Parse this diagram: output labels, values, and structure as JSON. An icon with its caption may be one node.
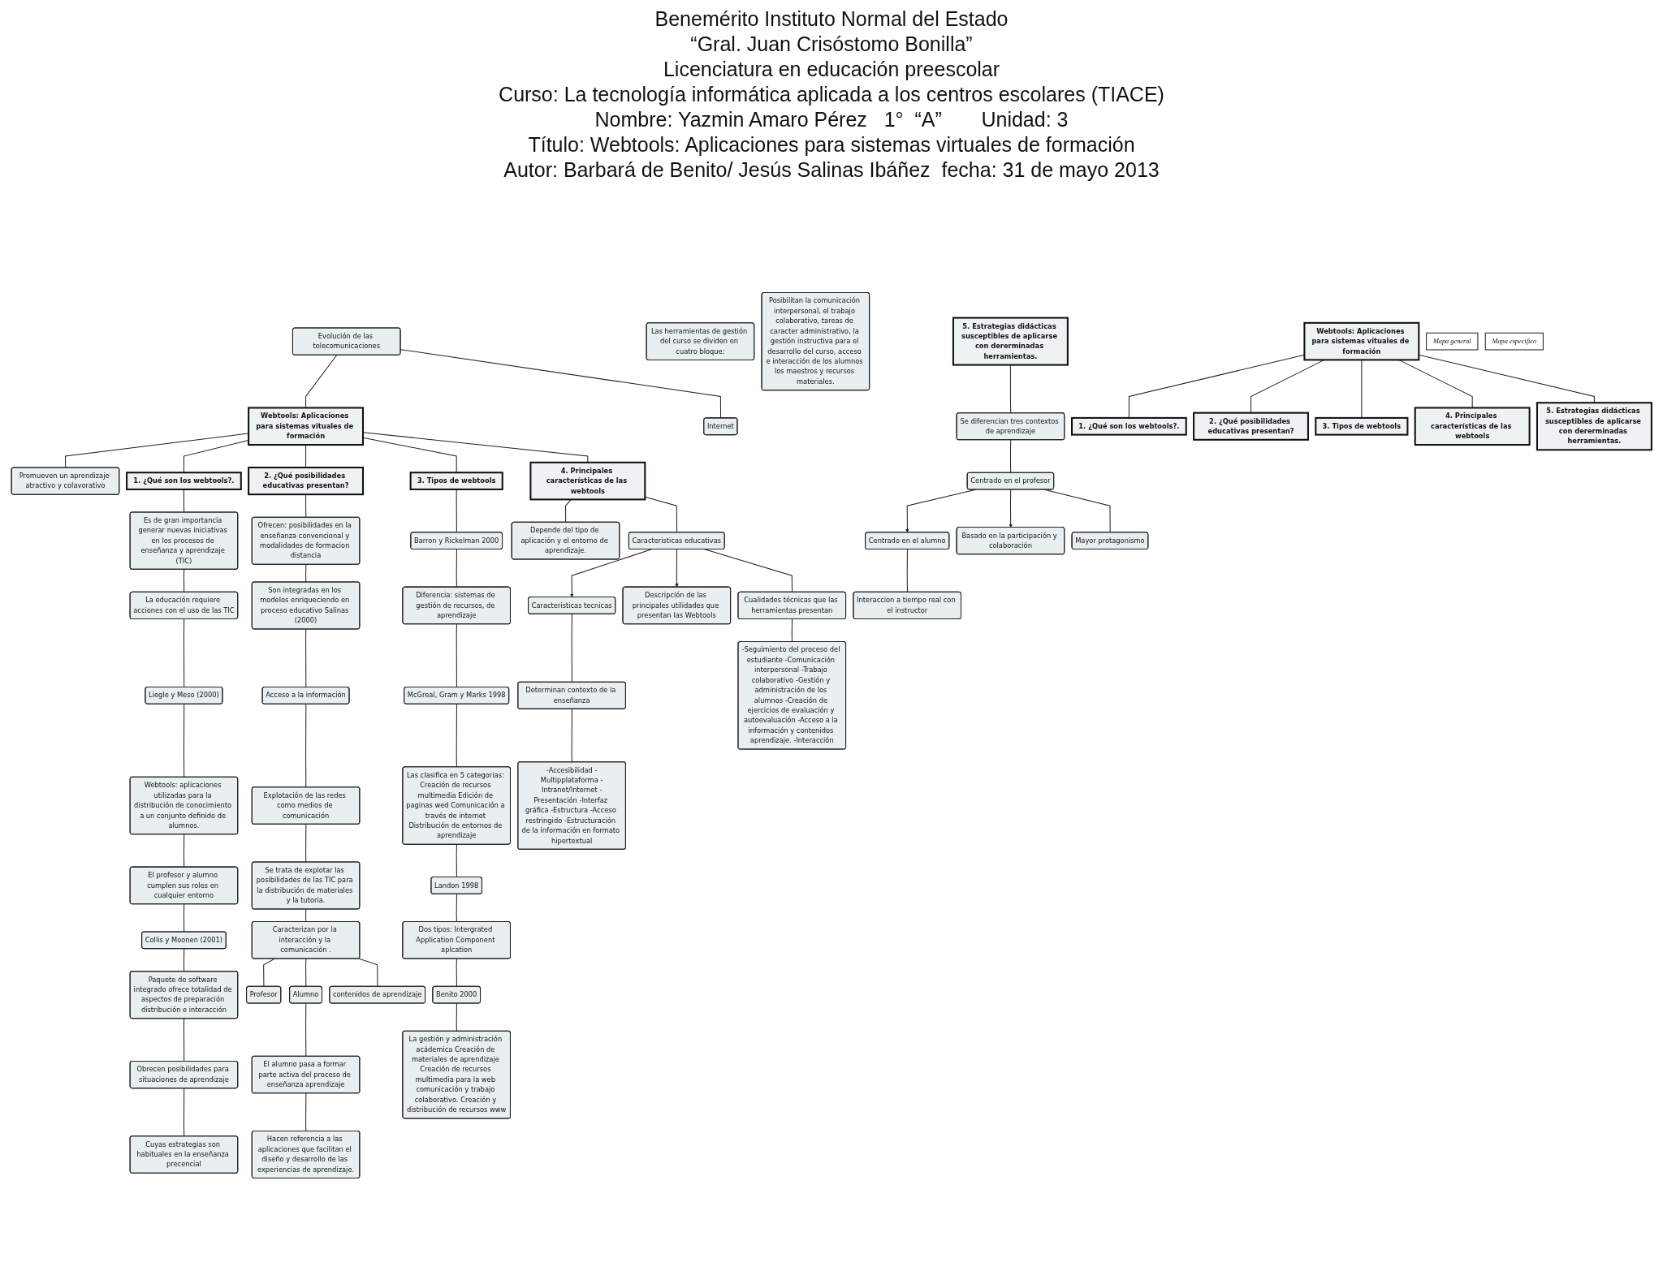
{
  "diagram": {
    "nodes": [
      {
        "text": [
          "Webtools: Aplicaciones para sistemas vituales de formación"
        ]
      },
      {
        "text": [
          "Mapa general"
        ]
      },
      {
        "text": [
          "1. ¿Qué son los webtools?."
        ]
      },
      {
        "text": [
          "2. ¿Qué posibilidades educativas presentan?"
        ]
      },
      {
        "text": [
          "3. Tipos de webtools"
        ]
      },
      {
        "text": [
          "4. Principales características de las webtools"
        ]
      },
      {
        "text": [
          "5. Estrategias didácticas susceptibles de aplicarse con dererminadas herramientas."
        ]
      },
      {
        "text": [
          "Mapa especifico"
        ]
      },
      {
        "text": [
          "Evolución de las telecomunicaciones"
        ]
      },
      {
        "text": [
          "Webtools: Aplicaciones para sistemas vituales de formación"
        ]
      },
      {
        "text": [
          "Promueven un aprendizaje atractivo y colavorativo"
        ]
      },
      {
        "text": [
          "Internet"
        ]
      },
      {
        "text": [
          "1. ¿Qué son los webtools?."
        ]
      },
      {
        "text": [
          "2. ¿Qué posibilidades educativas presentan?"
        ]
      },
      {
        "text": [
          "3. Tipos de webtools"
        ]
      },
      {
        "text": [
          "4. Principales características de las webtools"
        ]
      },
      {
        "text": [
          "Depende del tipo de aplicación y el entorno de aprendizaje."
        ]
      },
      {
        "text": [
          "Es de gran importancia generar nuevas iniciativas en los procesos de enseñanza y aprendizaje (TIC)"
        ]
      },
      {
        "text": [
          "La educación requiere acciones con el uso de las TIC"
        ]
      },
      {
        "text": [
          "Liegle y Meso (2000)"
        ]
      },
      {
        "text": [
          "Webtools: aplicaciones utilizadas para la distribución de conocimiento a un conjunto definido de alumnos."
        ]
      },
      {
        "text": [
          "El profesor y alumno cumplen sus roles en cualquier entorno"
        ]
      },
      {
        "text": [
          "Collis y Moonen (2001)"
        ]
      },
      {
        "text": [
          "Paquete de software integrado ofrece totalidad de aspectos de preparación distribución e interacción"
        ]
      },
      {
        "text": [
          "Obrecen posibilidades para situaciones de aprendizaje"
        ]
      },
      {
        "text": [
          "Cuyas estrategias son habituales en la enseñanza precencial"
        ]
      },
      {
        "text": [
          "Ofrecen: posibilidades en la enseñanza convencional y modalidades de formacion distancia"
        ]
      },
      {
        "text": [
          "Son integradas en los modelos enriqueciendo en proceso educativo Salinas (2000)"
        ]
      },
      {
        "text": [
          "Acceso a la información"
        ]
      },
      {
        "text": [
          "Explotación de las redes como medios de comunicación"
        ]
      },
      {
        "text": [
          "Se trata de explotar las posibilidades de las TIC para la distribución de materiales y la tutoria."
        ]
      },
      {
        "text": [
          "Caracterizan por la interacción y la comunicación ."
        ]
      },
      {
        "text": [
          "Profesor"
        ]
      },
      {
        "text": [
          "Alumno"
        ]
      },
      {
        "text": [
          "contenidos de aprendizaje"
        ]
      },
      {
        "text": [
          "El alumno pasa a formar parte activa del proceso de enseñanza aprendizaje"
        ]
      },
      {
        "text": [
          "Hacen referencia a las aplicaciones que facilitan el diseño y desarrollo de las experiencias de aprendizaje."
        ]
      },
      {
        "text": [
          "Barron y Rickelman 2000"
        ]
      },
      {
        "text": [
          "Diferencia: sistemas de gestión de recursos, de aprendizaje"
        ]
      },
      {
        "text": [
          "McGreal, Gram y Marks 1998"
        ]
      },
      {
        "text": [
          "Las clasifica en 5 categorias: Creación de recursos multimedia Edición de paginas wed Comunicación a través de internet Distribución de entornos de aprendizaje"
        ]
      },
      {
        "text": [
          "Landon 1998"
        ]
      },
      {
        "text": [
          "Dos tipos: Intergrated Application Component aplcation"
        ]
      },
      {
        "text": [
          "Benito 2000"
        ]
      },
      {
        "text": [
          "La gestión y administración acádemica Creación de materiales de aprendizaje Creación de recursos multimedia para la web comunicación y trabajo colaborativo. Creación y distribución de recursos www"
        ]
      },
      {
        "text": [
          "Caracteristicas tecnicas"
        ]
      },
      {
        "text": [
          "Caracteristicas educativas"
        ]
      },
      {
        "text": [
          "Descripción de las principales utilidades que presentan las Webtools"
        ]
      },
      {
        "text": [
          "Determinan contexto de la enseñanza"
        ]
      },
      {
        "text": [
          "Cualidades técnicas que las herramientas presentan"
        ]
      },
      {
        "text": [
          "Las herramientas de gestión del curso se dividen en cuatro bloque:"
        ]
      },
      {
        "text": [
          "-Accesibilidad -Multipplataforma -Intranet/Internet -Presentación -Interfaz gráfica -Estructura -Acceso restringido -Estructuración de la información en formato hipertextual"
        ]
      },
      {
        "text": [
          "-Seguimiento del proceso del estudiante -Comunicación interpersonal -Trabajo colaborativo -Gestión y administración de los alumnos -Creación de ejercicios de evaluación y autoevaluación -Acceso a la información y contenidos aprendizaje. -Interacción"
        ]
      },
      {
        "text": [
          "Posibilitan la comunicación interpersonal, el trabajo colaborativo, tareas de caracter administrativo, la gestión instructiva para el desarrollo del curso, acceso e interacción de los alumnos los maestros y recursos materiales."
        ]
      },
      {
        "text": [
          "5. Estrategias didácticas susceptibles de aplicarse con dererminadas herramientas."
        ]
      },
      {
        "text": [
          "Se diferencian tres contextos de aprendizaje"
        ]
      },
      {
        "text": [
          "Centrado en el alumno"
        ]
      },
      {
        "text": [
          "Centrado en el profesor"
        ]
      },
      {
        "text": [
          "Basado en la participación y colaboración"
        ]
      },
      {
        "text": [
          "Interaccion a tiempo real con el instructor"
        ]
      },
      {
        "text": [
          "Mayor protagonismo"
        ]
      }
    ],
    "edges": [
      {
        "from": 0,
        "to": 2,
        "arrow": "none"
      },
      {
        "from": 0,
        "to": 3,
        "arrow": "none"
      },
      {
        "from": 0,
        "to": 4,
        "arrow": "none"
      },
      {
        "from": 0,
        "to": 5,
        "arrow": "none"
      },
      {
        "from": 0,
        "to": 6,
        "arrow": "none"
      },
      {
        "from": 8,
        "to": 9,
        "arrow": "none"
      },
      {
        "from": 9,
        "to": 10,
        "arrow": "none"
      },
      {
        "from": 8,
        "to": 11,
        "arrow": "none"
      },
      {
        "from": 9,
        "to": 12,
        "arrow": "none"
      },
      {
        "from": 9,
        "to": 13,
        "arrow": "none"
      },
      {
        "from": 9,
        "to": 14,
        "arrow": "none"
      },
      {
        "from": 9,
        "to": 15,
        "arrow": "none"
      },
      {
        "from": 15,
        "to": 16,
        "arrow": "none"
      },
      {
        "from": 12,
        "to": 17,
        "arrow": "none"
      },
      {
        "from": 17,
        "to": 18,
        "arrow": "none"
      },
      {
        "from": 18,
        "to": 19,
        "arrow": "none"
      },
      {
        "from": 19,
        "to": 20,
        "arrow": "none"
      },
      {
        "from": 20,
        "to": 21,
        "arrow": "none"
      },
      {
        "from": 21,
        "to": 22,
        "arrow": "none"
      },
      {
        "from": 22,
        "to": 23,
        "arrow": "none"
      },
      {
        "from": 23,
        "to": 24,
        "arrow": "none"
      },
      {
        "from": 24,
        "to": 25,
        "arrow": "none"
      },
      {
        "from": 13,
        "to": 26,
        "arrow": "none"
      },
      {
        "from": 26,
        "to": 27,
        "arrow": "none"
      },
      {
        "from": 27,
        "to": 28,
        "arrow": "none"
      },
      {
        "from": 28,
        "to": 29,
        "arrow": "none"
      },
      {
        "from": 29,
        "to": 30,
        "arrow": "none"
      },
      {
        "from": 30,
        "to": 31,
        "arrow": "none"
      },
      {
        "from": 31,
        "to": 32,
        "arrow": "none"
      },
      {
        "from": 31,
        "to": 33,
        "arrow": "none"
      },
      {
        "from": 31,
        "to": 34,
        "arrow": "none"
      },
      {
        "from": 33,
        "to": 35,
        "arrow": "none"
      },
      {
        "from": 35,
        "to": 36,
        "arrow": "none"
      },
      {
        "from": 14,
        "to": 37,
        "arrow": "none"
      },
      {
        "from": 37,
        "to": 38,
        "arrow": "none"
      },
      {
        "from": 38,
        "to": 39,
        "arrow": "none"
      },
      {
        "from": 39,
        "to": 40,
        "arrow": "none"
      },
      {
        "from": 40,
        "to": 41,
        "arrow": "none"
      },
      {
        "from": 41,
        "to": 42,
        "arrow": "none"
      },
      {
        "from": 42,
        "to": 43,
        "arrow": "none"
      },
      {
        "from": 43,
        "to": 44,
        "arrow": "none"
      },
      {
        "from": 15,
        "to": 46,
        "arrow": "none"
      },
      {
        "from": 46,
        "to": 45,
        "arrow": "to"
      },
      {
        "from": 46,
        "to": 47,
        "arrow": "to"
      },
      {
        "from": 45,
        "to": 48,
        "arrow": "none"
      },
      {
        "from": 48,
        "to": 51,
        "arrow": "none"
      },
      {
        "from": 46,
        "to": 49,
        "arrow": "none"
      },
      {
        "from": 49,
        "to": 52,
        "arrow": "none"
      },
      {
        "from": 54,
        "to": 55,
        "arrow": "none"
      },
      {
        "from": 55,
        "to": 57,
        "arrow": "none"
      },
      {
        "from": 57,
        "to": 56,
        "arrow": "to"
      },
      {
        "from": 57,
        "to": 58,
        "arrow": "to"
      },
      {
        "from": 57,
        "to": 60,
        "arrow": "none"
      },
      {
        "from": 56,
        "to": 59,
        "arrow": "none"
      }
    ],
    "labels": [
      "Benemérito Instituto Normal del Estado",
      "“Gral. Juan Crisóstomo Bonilla”",
      "Licenciatura en educación preescolar",
      "Curso: La tecnología informática aplicada a los centros escolares (TIACE)",
      "Nombre: Yazmin Amaro Pérez   1°  “A”       Unidad: 3",
      "Título: Webtools: Aplicaciones para sistemas virtuales de formación",
      "Autor: Barbará de Benito/ Jesús Salinas Ibáñez  fecha: 31 de mayo 2013"
    ]
  }
}
